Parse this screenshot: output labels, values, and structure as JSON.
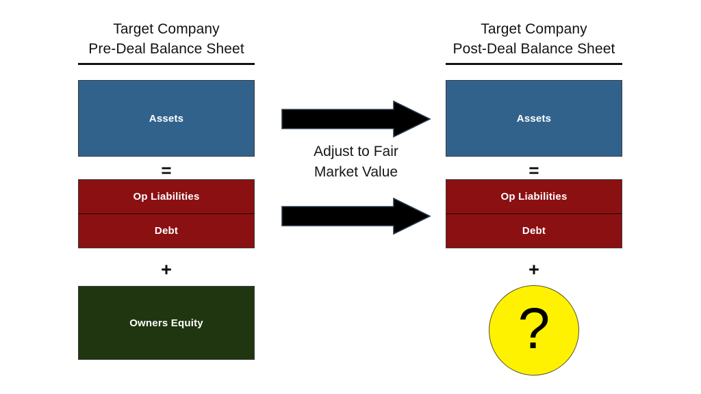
{
  "diagram": {
    "title_left": {
      "line1": "Target Company",
      "line2": "Pre-Deal Balance Sheet"
    },
    "title_right": {
      "line1": "Target Company",
      "line2": "Post-Deal Balance Sheet"
    },
    "caption": {
      "line1": "Adjust to Fair",
      "line2": "Market Value"
    },
    "operators": {
      "equals": "=",
      "plus": "+"
    },
    "unknown_marker": "?",
    "left_column": {
      "assets": "Assets",
      "op_liabilities": "Op Liabilities",
      "debt": "Debt",
      "owners_equity": "Owners Equity"
    },
    "right_column": {
      "assets": "Assets",
      "op_liabilities": "Op Liabilities",
      "debt": "Debt"
    },
    "colors": {
      "assets": "#31628c",
      "liabilities": "#8b1012",
      "equity": "#203611",
      "unknown": "#fff200",
      "arrow": "#000000",
      "background": "#ffffff",
      "text_light": "#ffffff",
      "text_dark": "#131313"
    },
    "arrows": [
      {
        "name": "adjust-assets-arrow"
      },
      {
        "name": "adjust-liabilities-arrow"
      }
    ]
  }
}
